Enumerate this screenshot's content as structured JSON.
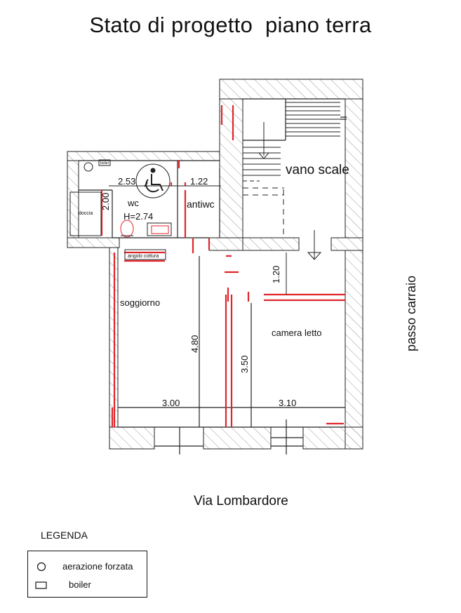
{
  "title": "Stato di progetto  piano terra",
  "rooms": {
    "vano_scale": "vano scale",
    "wc": "wc",
    "wc_height": "H=2.74",
    "antiwc": "antiwc",
    "soggiorno": "soggiorno",
    "camera_letto": "camera letto",
    "doccia": "doccia",
    "angolo_cottura": "angolo cottura",
    "boiler_tag": "boiler"
  },
  "dimensions": {
    "d_2_53": "2.53",
    "d_1_22": "1.22",
    "d_2_00": "2.00",
    "d_1_20": "1.20",
    "d_4_80": "4.80",
    "d_3_50": "3.50",
    "d_3_00": "3.00",
    "d_3_10": "3.10"
  },
  "side_label": "passo carraio",
  "street": "Via Lombardore",
  "legend": {
    "title": "LEGENDA",
    "items": [
      {
        "icon": "circle-icon",
        "label": "aerazione forzata"
      },
      {
        "icon": "rectangle-icon",
        "label": "boiler"
      }
    ]
  },
  "colors": {
    "wall_line": "#222222",
    "new_wall": "#e0262b",
    "hatch": "#9a9a9a"
  }
}
